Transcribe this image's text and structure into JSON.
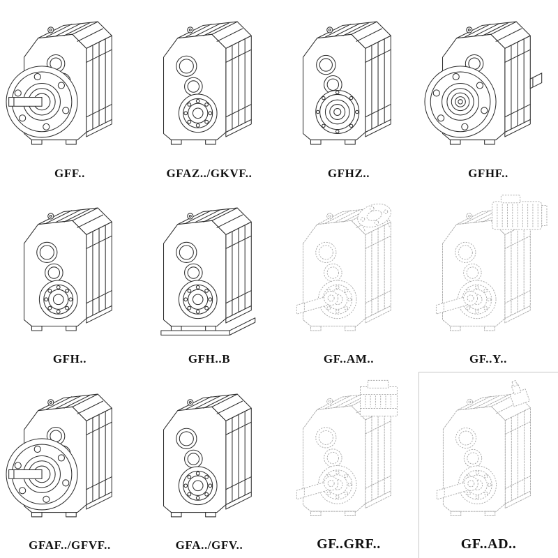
{
  "colors": {
    "line_solid": "#2d2d2d",
    "line_light": "#a7a7a7",
    "label_text": "#101010",
    "background": "#ffffff"
  },
  "cells": [
    {
      "label": "GFF..",
      "drawing": "gearbox-flange-solid-shaft"
    },
    {
      "label": "GFAZ../GKVF..",
      "drawing": "gearbox-hollow-shaft"
    },
    {
      "label": "GFHZ..",
      "drawing": "gearbox-hollow-shaft-shrink-disc"
    },
    {
      "label": "GFHF..",
      "drawing": "gearbox-hollow-shaft-flange"
    },
    {
      "label": "GFH..",
      "drawing": "gearbox-hollow-shaft-foot-mounted"
    },
    {
      "label": "GFH..B",
      "drawing": "gearbox-hollow-shaft-base-plate"
    },
    {
      "label": "GF..AM..",
      "drawing": "gearbox-iec-adapter"
    },
    {
      "label": "GF..Y..",
      "drawing": "gearbox-motor-mounted"
    },
    {
      "label": "GFAF../GFVF..",
      "drawing": "gearbox-flange-solid-shaft"
    },
    {
      "label": "GFA../GFV..",
      "drawing": "gearbox-hollow-shaft"
    },
    {
      "label": "GF..GRF..",
      "drawing": "gearbox-grf-adapter"
    },
    {
      "label": "GF..AD..",
      "drawing": "gearbox-input-shaft-adapter"
    }
  ]
}
